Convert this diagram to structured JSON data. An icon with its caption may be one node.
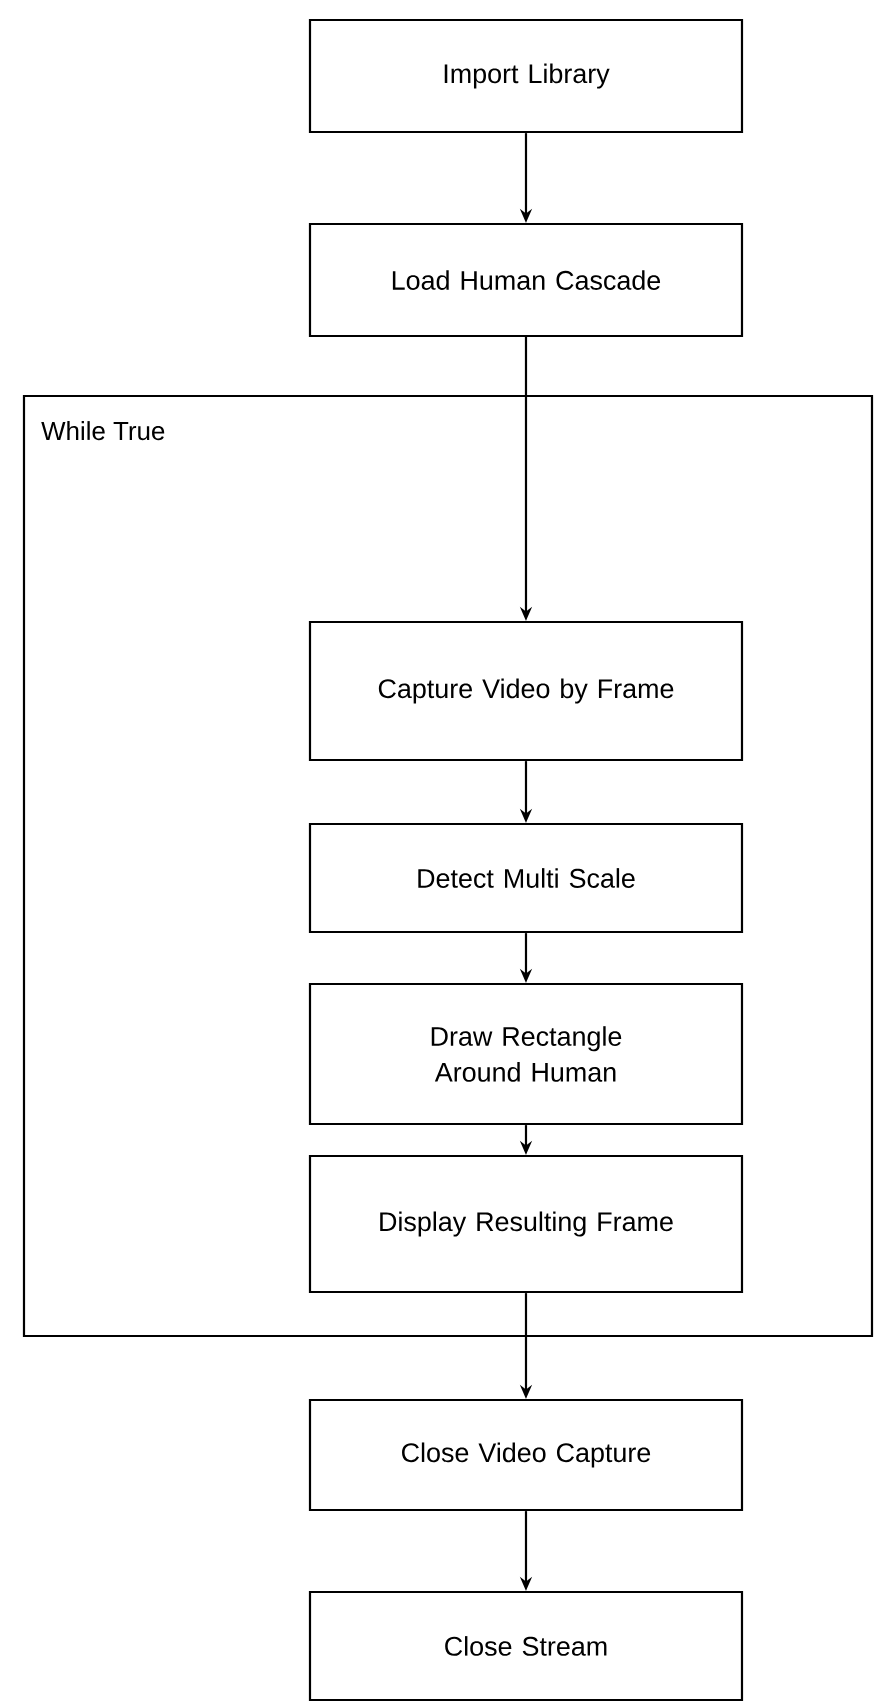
{
  "diagram": {
    "nodes": [
      {
        "text": [
          "Import Library"
        ]
      },
      {
        "text": [
          "Load Human Cascade"
        ]
      },
      {
        "text": [
          "While True"
        ]
      },
      {
        "text": [
          "Capture Video by Frame"
        ],
        "in": 2
      },
      {
        "text": [
          "Detect Multi Scale"
        ],
        "in": 2
      },
      {
        "text": [
          "Draw Rectangle Around Human"
        ],
        "in": 2
      },
      {
        "text": [
          "Display Resulting Frame"
        ],
        "in": 2
      },
      {
        "text": [
          "Close Video Capture"
        ]
      },
      {
        "text": [
          "Close Stream"
        ]
      }
    ],
    "edges": [
      {
        "from": 0,
        "to": 1,
        "arrow": "to"
      },
      {
        "from": 1,
        "to": 3,
        "arrow": "to"
      },
      {
        "from": 3,
        "to": 4,
        "arrow": "to"
      },
      {
        "from": 4,
        "to": 5,
        "arrow": "to"
      },
      {
        "from": 5,
        "to": 6,
        "arrow": "to"
      },
      {
        "from": 6,
        "to": 7,
        "arrow": "to"
      },
      {
        "from": 7,
        "to": 8,
        "arrow": "to"
      }
    ]
  }
}
